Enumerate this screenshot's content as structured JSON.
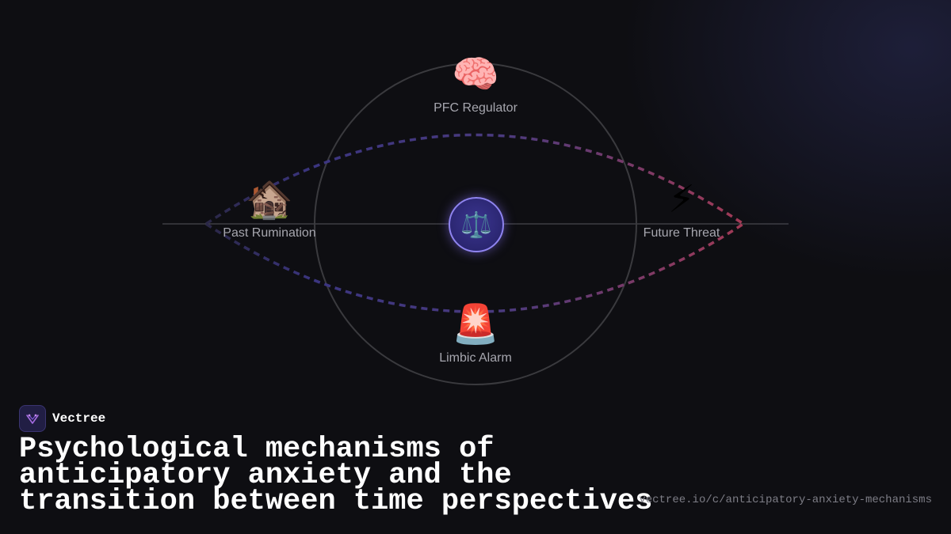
{
  "diagram": {
    "top_node": {
      "emoji": "🧠",
      "label": "PFC Regulator",
      "icon": "brain-icon"
    },
    "left_node": {
      "emoji": "🏚️",
      "label": "Past Rumination",
      "icon": "house-icon"
    },
    "right_node": {
      "emoji": "⚡",
      "label": "Future Threat",
      "icon": "lightning-icon"
    },
    "bottom_node": {
      "emoji": "🚨",
      "label": "Limbic Alarm",
      "icon": "siren-icon"
    },
    "center": {
      "emoji": "⚖️",
      "icon": "balance-scale-icon"
    },
    "colors": {
      "arc_past": "#3b3580",
      "arc_future": "#9e3a54",
      "circle": "#3a3a3e",
      "axis": "#55555c",
      "center_border": "#8f84ef"
    }
  },
  "brand": {
    "name": "Vectree",
    "icon": "vectree-logo-icon"
  },
  "title": "Psychological mechanisms of anticipatory anxiety and the transition between time perspectives",
  "url": "vectree.io/c/anticipatory-anxiety-mechanisms"
}
